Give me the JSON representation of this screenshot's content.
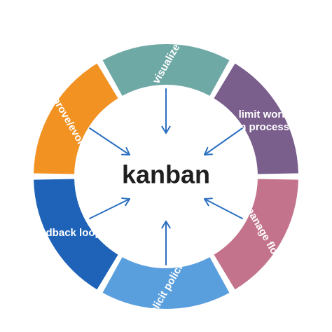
{
  "diagram": {
    "center_label": "kanban",
    "segments": [
      {
        "key": "limit",
        "lines": [
          "limit work",
          "in process"
        ],
        "color": "#7a5e8c"
      },
      {
        "key": "manage",
        "lines": [
          "manage flow"
        ],
        "color": "#c3738c"
      },
      {
        "key": "policies",
        "lines": [
          "explicit policies"
        ],
        "color": "#5a9fdd"
      },
      {
        "key": "feedback",
        "lines": [
          "feedback loops"
        ],
        "color": "#1f63b8"
      },
      {
        "key": "improve",
        "lines": [
          "improve/evolve"
        ],
        "color": "#f29222"
      },
      {
        "key": "visualize",
        "lines": [
          "visualize"
        ],
        "color": "#6fa9a6"
      }
    ],
    "arrow_color": "#2a6fc0",
    "icons": [
      "arrow-icon"
    ]
  }
}
